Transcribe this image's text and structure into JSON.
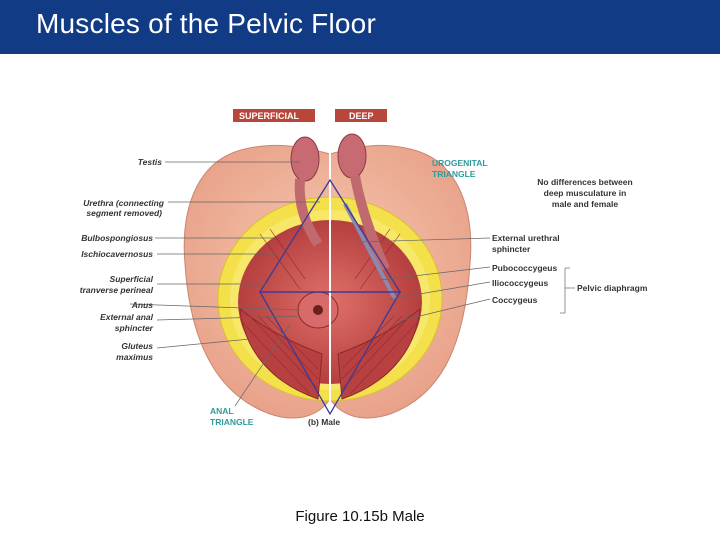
{
  "slide": {
    "title": "Muscles of the Pelvic Floor",
    "caption": "Figure 10.15b  Male"
  },
  "figure": {
    "tabs": {
      "superficial": "SUPERFICIAL",
      "deep": "DEEP"
    },
    "left_labels": {
      "testis": "Testis",
      "urethra_1": "Urethra (connecting",
      "urethra_2": "segment removed)",
      "bulbospongiosus": "Bulbospongiosus",
      "ischiocavernosus": "Ischiocavernosus",
      "sup_transverse_1": "Superficial",
      "sup_transverse_2": "tranverse perineal",
      "anus": "Anus",
      "ext_anal_1": "External anal",
      "ext_anal_2": "sphincter",
      "gluteus_1": "Gluteus",
      "gluteus_2": "maximus"
    },
    "right_labels": {
      "urogenital_1": "UROGENITAL",
      "urogenital_2": "TRIANGLE",
      "note_1": "No differences between",
      "note_2": "deep musculature in",
      "note_3": "male and female",
      "ext_urethral_1": "External urethral",
      "ext_urethral_2": "sphincter",
      "pubococcygeus": "Pubococcygeus",
      "iliococcygeus": "Iliococcygeus",
      "coccygeus": "Coccygeus",
      "pelvic_diaphragm": "Pelvic diaphragm"
    },
    "bottom_labels": {
      "anal_1": "ANAL",
      "anal_2": "TRIANGLE",
      "panel": "(b)  Male"
    },
    "colors": {
      "tab_red": "#b8463a",
      "triangle_teal": "#2f9a9a",
      "triangle_line": "#3a3a9a",
      "skin": "#f0b49a",
      "fat_yellow": "#f4e04a",
      "muscle_red": "#c8484a",
      "title_bar": "#123b86"
    }
  }
}
